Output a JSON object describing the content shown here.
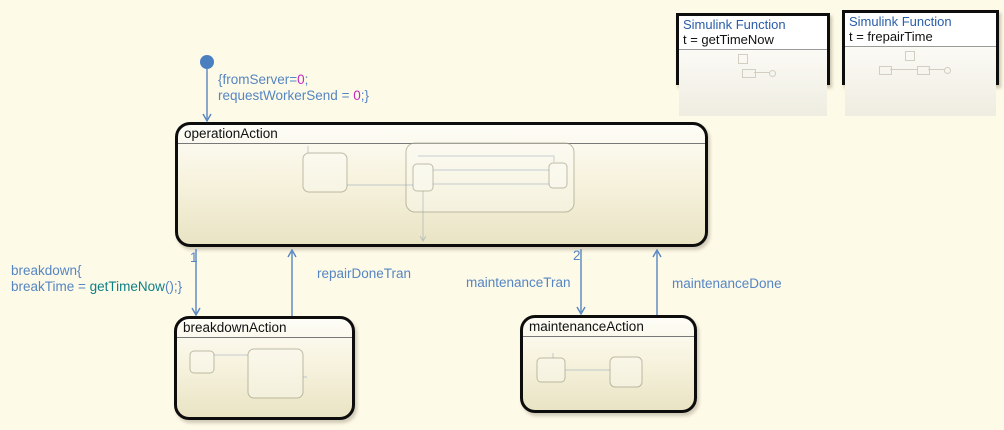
{
  "chart": {
    "type": "stateflow-state-chart"
  },
  "states": {
    "operation": {
      "label": "operationAction"
    },
    "breakdown": {
      "label": "breakdownAction"
    },
    "maintenance": {
      "label": "maintenanceAction"
    }
  },
  "simulink_functions": {
    "get_time_now": {
      "title": "Simulink Function",
      "signature": "t = getTimeNow"
    },
    "frepair_time": {
      "title": "Simulink Function",
      "signature": "t = frepairTime"
    }
  },
  "transitions": {
    "default_init": {
      "l1a": "{fromServer=",
      "l1b": "0",
      "l1c": ";",
      "l2a": "requestWorkerSend = ",
      "l2b": "0",
      "l2c": ";}"
    },
    "breakdown": {
      "order": "1",
      "l1": "breakdown{",
      "l2a": "breakTime = ",
      "l2b": "getTimeNow",
      "l2c": "();}"
    },
    "repair_done": {
      "label": "repairDoneTran"
    },
    "maintenance_tran": {
      "order": "2",
      "label": "maintenanceTran"
    },
    "maintenance_done": {
      "label": "maintenanceDone"
    }
  },
  "colors": {
    "canvas_background": "#FEFAE8",
    "transition_blue": "#5585C2",
    "literal_magenta": "#C429BB",
    "function_teal": "#0E7F86",
    "simulink_title_blue": "#2A5DA8",
    "state_border": "#0D0D0D"
  }
}
